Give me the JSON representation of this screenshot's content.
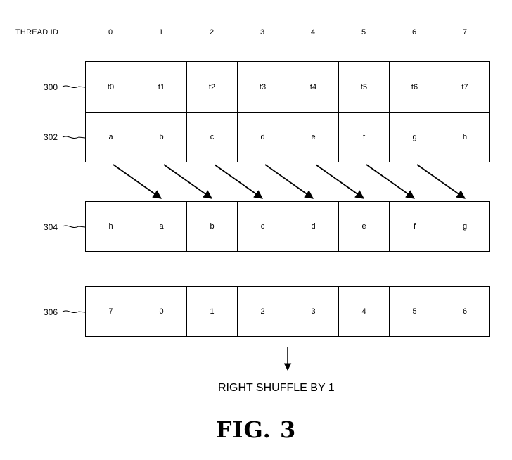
{
  "header_label": "THREAD ID",
  "thread_ids": [
    "0",
    "1",
    "2",
    "3",
    "4",
    "5",
    "6",
    "7"
  ],
  "rows": [
    {
      "ref": "300",
      "cells": [
        "t0",
        "t1",
        "t2",
        "t3",
        "t4",
        "t5",
        "t6",
        "t7"
      ]
    },
    {
      "ref": "302",
      "cells": [
        "a",
        "b",
        "c",
        "d",
        "e",
        "f",
        "g",
        "h"
      ]
    },
    {
      "ref": "304",
      "cells": [
        "h",
        "a",
        "b",
        "c",
        "d",
        "e",
        "f",
        "g"
      ]
    },
    {
      "ref": "306",
      "cells": [
        "7",
        "0",
        "1",
        "2",
        "3",
        "4",
        "5",
        "6"
      ]
    }
  ],
  "operation_label": "RIGHT SHUFFLE BY 1",
  "figure_label": "FIG. 3"
}
